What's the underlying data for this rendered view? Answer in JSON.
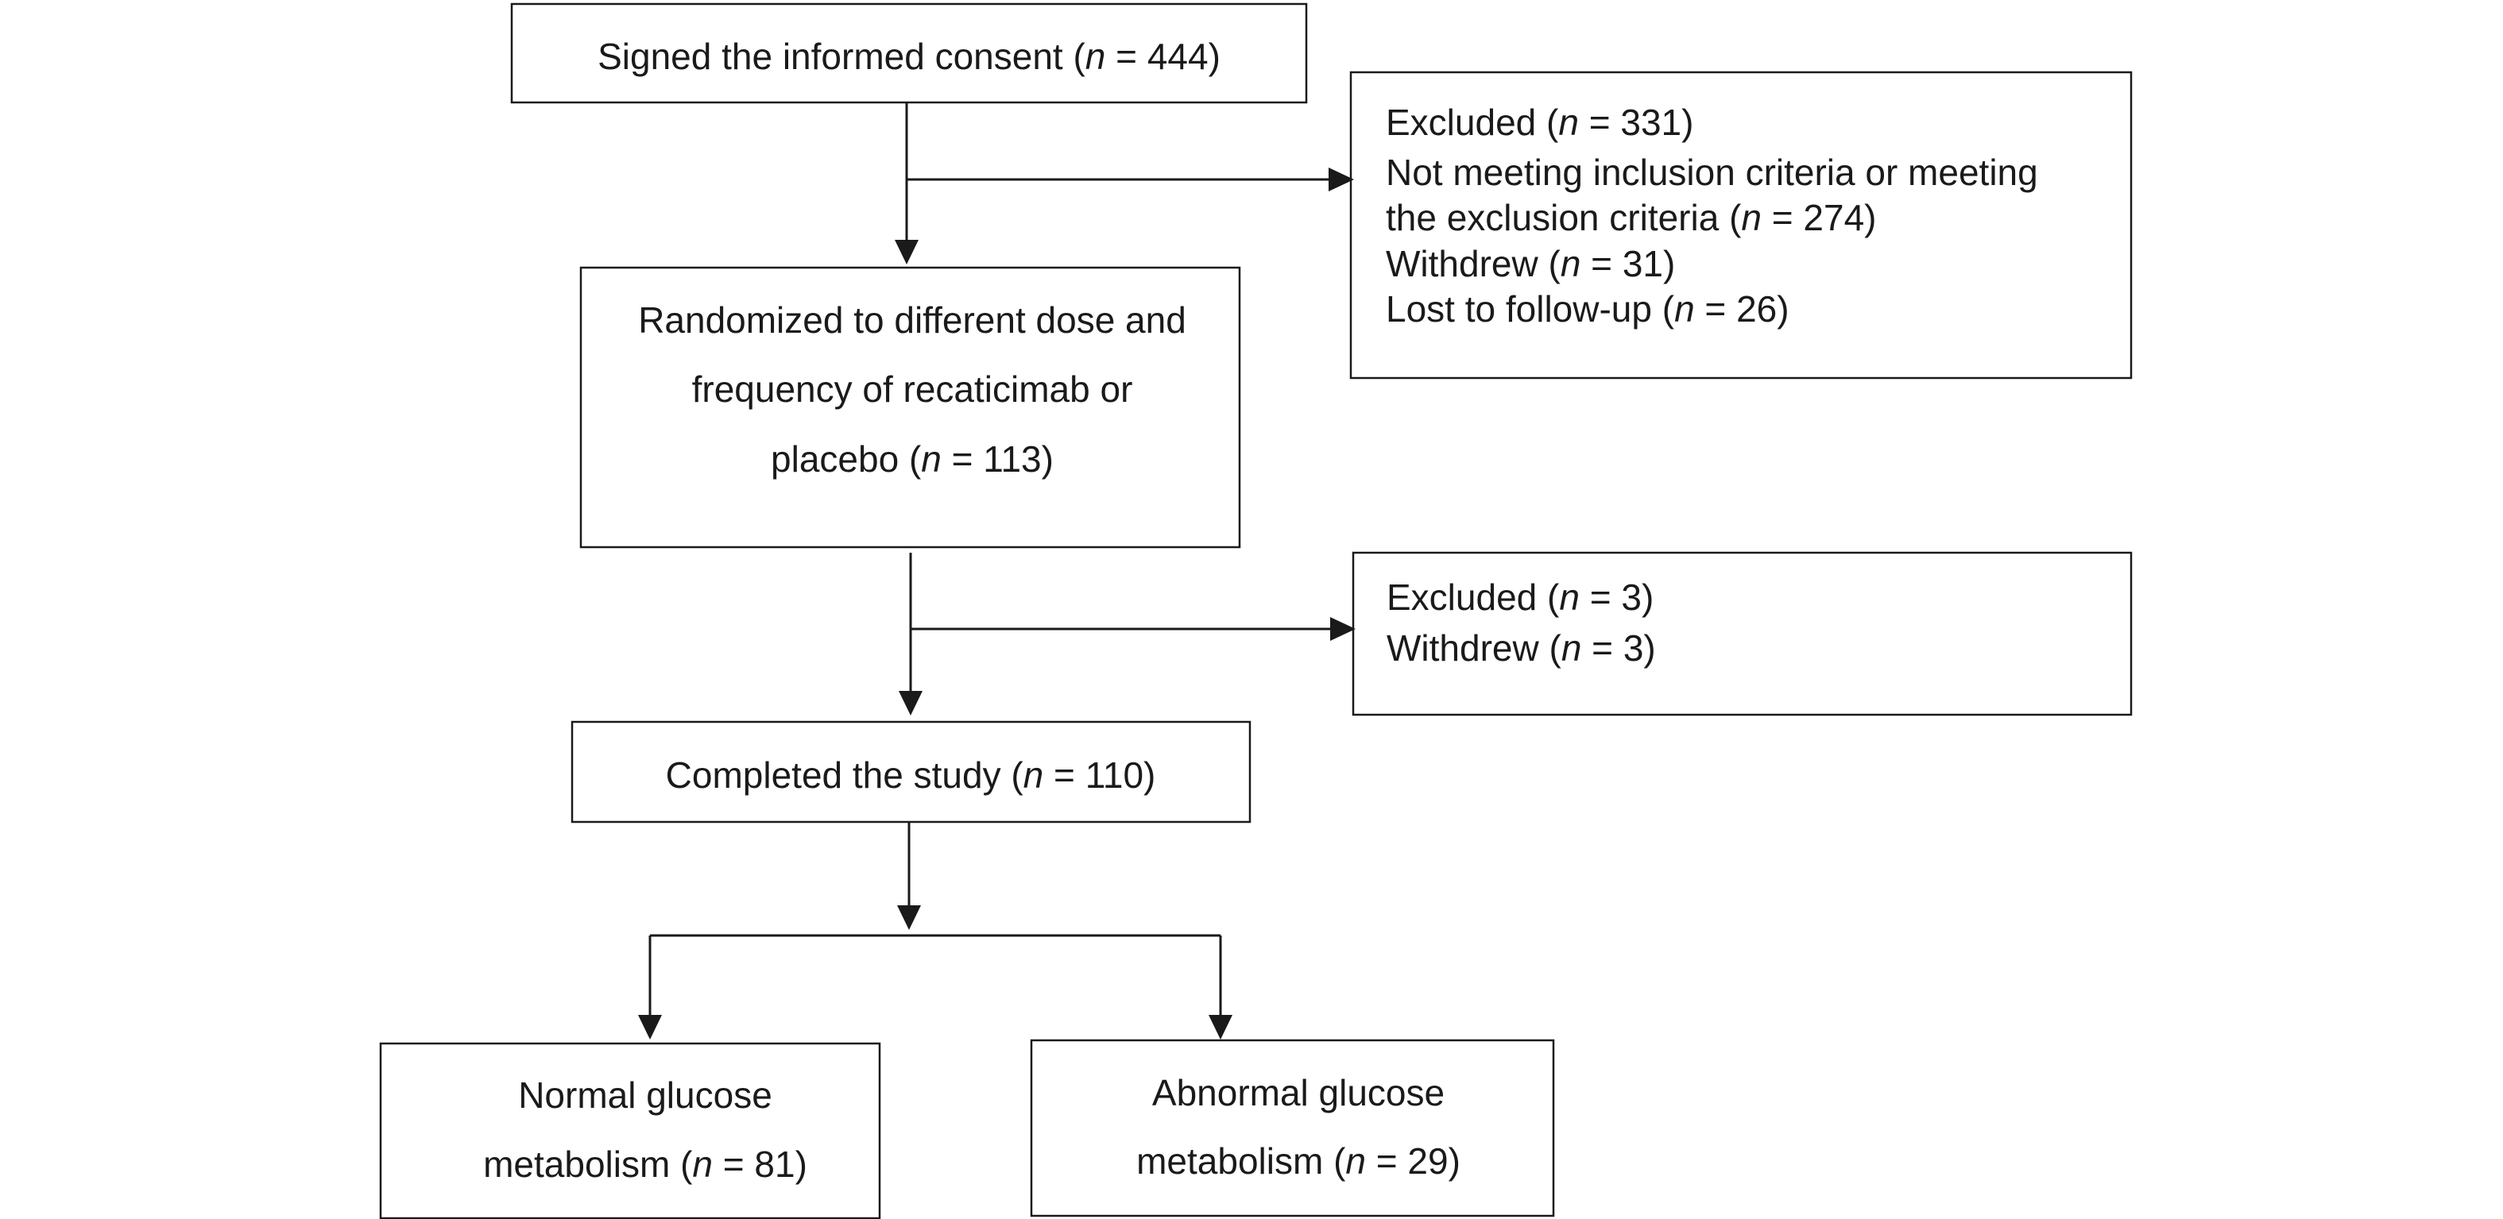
{
  "consent": {
    "pre": "Signed the informed consent (",
    "n": "n",
    "post": " = 444)"
  },
  "excluded1": {
    "line1": {
      "pre": "Excluded (",
      "n": "n",
      "post": " = 331)"
    },
    "line2": "Not meeting inclusion criteria or meeting",
    "line3": {
      "pre": "the exclusion criteria (",
      "n": "n",
      "post": " = 274)"
    },
    "line4": {
      "pre": "Withdrew (",
      "n": "n",
      "post": " = 31)"
    },
    "line5": {
      "pre": "Lost to follow-up (",
      "n": "n",
      "post": " = 26)"
    }
  },
  "randomized": {
    "line1": "Randomized to different dose and",
    "line2": "frequency of recaticimab or",
    "line3": {
      "pre": "placebo (",
      "n": "n",
      "post": " = 113)"
    }
  },
  "excluded2": {
    "line1": {
      "pre": "Excluded (",
      "n": "n",
      "post": " = 3)"
    },
    "line2": {
      "pre": "Withdrew (",
      "n": "n",
      "post": " = 3)"
    }
  },
  "completed": {
    "pre": "Completed the study (",
    "n": "n",
    "post": " = 110)"
  },
  "normal": {
    "line1": "Normal glucose",
    "line2": {
      "pre": "metabolism (",
      "n": "n",
      "post": " = 81)"
    }
  },
  "abnormal": {
    "line1": "Abnormal glucose",
    "line2": {
      "pre": "metabolism (",
      "n": "n",
      "post": " = 29)"
    }
  }
}
